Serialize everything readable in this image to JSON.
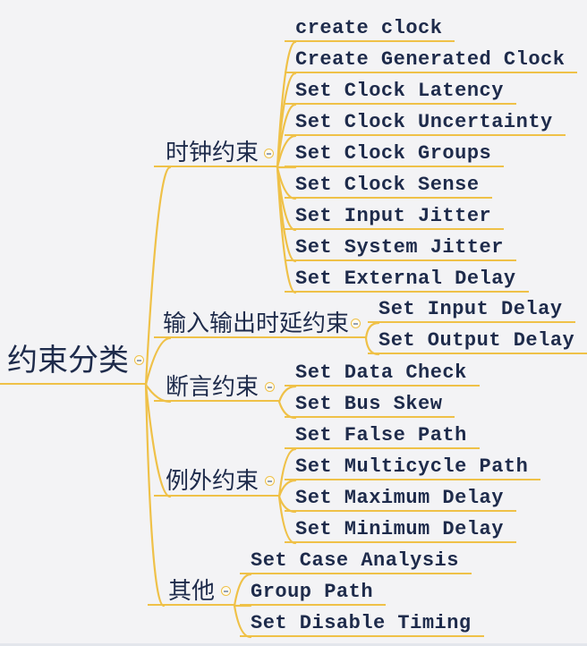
{
  "colors": {
    "line": "#EFC148",
    "text": "#1E2B4B",
    "background": "#F3F3F5",
    "toggle_fill": "#FDFAF1",
    "toggle_minus": "#93A0B4"
  },
  "toggle": {
    "symbol": "-",
    "state": "expanded"
  },
  "root": {
    "label": "约束分类"
  },
  "branches": [
    {
      "label": "时钟约束",
      "children": [
        "create clock",
        "Create Generated Clock",
        "Set Clock Latency",
        "Set Clock Uncertainty",
        "Set Clock Groups",
        "Set Clock Sense",
        "Set Input Jitter",
        "Set System Jitter",
        "Set External Delay"
      ]
    },
    {
      "label": "输入输出时延约束",
      "children": [
        "Set Input Delay",
        "Set Output Delay"
      ]
    },
    {
      "label": "断言约束",
      "children": [
        "Set Data Check",
        "Set Bus Skew"
      ]
    },
    {
      "label": "例外约束",
      "children": [
        "Set False Path",
        "Set Multicycle Path",
        "Set Maximum Delay",
        "Set Minimum Delay"
      ]
    },
    {
      "label": "其他",
      "children": [
        "Set Case Analysis",
        "Group Path",
        "Set Disable Timing"
      ]
    }
  ]
}
